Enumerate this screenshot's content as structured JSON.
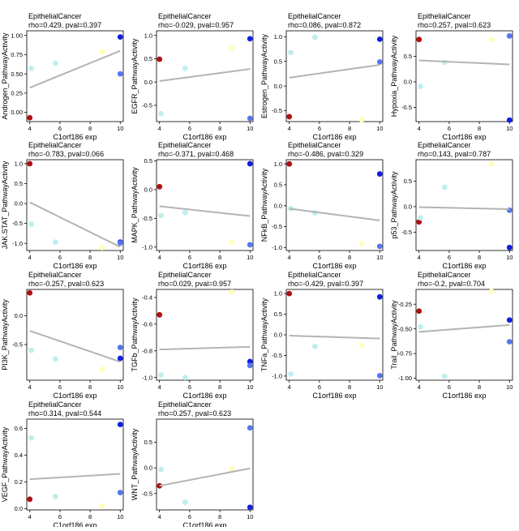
{
  "colors": {
    "line": "#b3b3b3",
    "point_low": "#b01010",
    "point_high": "#1020e0",
    "point_mid": "#bfeeee",
    "point_mid2": "#ffffb8",
    "point_high2": "#5577ee"
  },
  "chart_data": [
    {
      "type": "scatter",
      "title": "EpithelialCancer",
      "subtitle": "rho=0.429, pval=0.397",
      "xlabel": "C1orf186 exp",
      "ylabel": "Androgen_PathwayActivity",
      "xlim": [
        3.8,
        10.2
      ],
      "ylim": [
        -0.12,
        1.06
      ],
      "xticks": [
        4,
        6,
        8,
        10
      ],
      "yticks": [
        0.0,
        0.25,
        0.5,
        0.75,
        1.0
      ],
      "ytick_labels": [
        "0.00",
        "0.25",
        "0.50",
        "0.75",
        "1.00"
      ],
      "points": [
        {
          "x": 4.0,
          "y": -0.07,
          "c": "point_low"
        },
        {
          "x": 4.1,
          "y": 0.57,
          "c": "point_mid"
        },
        {
          "x": 5.7,
          "y": 0.64,
          "c": "point_mid"
        },
        {
          "x": 8.8,
          "y": 0.79,
          "c": "point_mid2"
        },
        {
          "x": 10.0,
          "y": 0.98,
          "c": "point_high"
        },
        {
          "x": 10.0,
          "y": 0.5,
          "c": "point_high2"
        }
      ],
      "fit": [
        [
          4.0,
          0.32
        ],
        [
          10.0,
          0.8
        ]
      ]
    },
    {
      "type": "scatter",
      "title": "EpithelialCancer",
      "subtitle": "rho=-0.029, pval=0.957",
      "xlabel": "C1orf186 exp",
      "ylabel": "EGFR_PathwayActivity",
      "xlim": [
        3.8,
        10.2
      ],
      "ylim": [
        -0.85,
        1.1
      ],
      "xticks": [
        4,
        6,
        8,
        10
      ],
      "yticks": [
        -0.5,
        0.0,
        0.5,
        1.0
      ],
      "ytick_labels": [
        "-0.5",
        "0.0",
        "0.5",
        "1.0"
      ],
      "points": [
        {
          "x": 4.0,
          "y": 0.49,
          "c": "point_low"
        },
        {
          "x": 4.1,
          "y": -0.68,
          "c": "point_mid"
        },
        {
          "x": 5.7,
          "y": 0.29,
          "c": "point_mid"
        },
        {
          "x": 8.8,
          "y": 0.73,
          "c": "point_mid2"
        },
        {
          "x": 10.0,
          "y": 0.93,
          "c": "point_high"
        },
        {
          "x": 10.0,
          "y": -0.78,
          "c": "point_high2"
        }
      ],
      "fit": [
        [
          4.0,
          0.02
        ],
        [
          10.0,
          0.28
        ]
      ]
    },
    {
      "type": "scatter",
      "title": "EpithelialCancer",
      "subtitle": "rho=0.086, pval=0.872",
      "xlabel": "C1orf186 exp",
      "ylabel": "Estrogen_PathwayActivity",
      "xlim": [
        3.8,
        10.2
      ],
      "ylim": [
        -0.72,
        1.12
      ],
      "xticks": [
        4,
        6,
        8,
        10
      ],
      "yticks": [
        -0.5,
        0.0,
        0.5,
        1.0
      ],
      "ytick_labels": [
        "-0.5",
        "0.0",
        "0.5",
        "1.0"
      ],
      "points": [
        {
          "x": 4.0,
          "y": -0.62,
          "c": "point_low"
        },
        {
          "x": 4.1,
          "y": 0.68,
          "c": "point_mid"
        },
        {
          "x": 5.7,
          "y": 0.99,
          "c": "point_mid"
        },
        {
          "x": 8.8,
          "y": -0.68,
          "c": "point_mid2"
        },
        {
          "x": 10.0,
          "y": 0.95,
          "c": "point_high"
        },
        {
          "x": 10.0,
          "y": 0.49,
          "c": "point_high2"
        }
      ],
      "fit": [
        [
          4.0,
          0.17
        ],
        [
          10.0,
          0.43
        ]
      ]
    },
    {
      "type": "scatter",
      "title": "EpithelialCancer",
      "subtitle": "rho=0.257, pval=0.623",
      "xlabel": "C1orf186 exp",
      "ylabel": "Hypoxia_PathwayActivity",
      "xlim": [
        3.8,
        10.2
      ],
      "ylim": [
        -0.78,
        1.0
      ],
      "xticks": [
        4,
        6,
        8,
        10
      ],
      "yticks": [
        -0.5,
        0.0,
        0.5
      ],
      "ytick_labels": [
        "-0.5",
        "0.0",
        "0.5"
      ],
      "points": [
        {
          "x": 4.0,
          "y": 0.83,
          "c": "point_low"
        },
        {
          "x": 4.1,
          "y": -0.09,
          "c": "point_mid"
        },
        {
          "x": 5.7,
          "y": 0.38,
          "c": "point_mid"
        },
        {
          "x": 8.8,
          "y": 0.83,
          "c": "point_mid2"
        },
        {
          "x": 10.0,
          "y": -0.75,
          "c": "point_high"
        },
        {
          "x": 10.0,
          "y": 0.9,
          "c": "point_high2"
        }
      ],
      "fit": [
        [
          4.0,
          0.42
        ],
        [
          10.0,
          0.34
        ]
      ]
    },
    {
      "type": "scatter",
      "title": "EpithelialCancer",
      "subtitle": "rho=-0.783, pval=0.066",
      "xlabel": "C1orf186 exp",
      "ylabel": "JAK.STAT_PathwayActivity",
      "xlim": [
        3.8,
        10.2
      ],
      "ylim": [
        -1.18,
        1.1
      ],
      "xticks": [
        4,
        6,
        8,
        10
      ],
      "yticks": [
        -1.0,
        -0.5,
        0.0,
        0.5,
        1.0
      ],
      "ytick_labels": [
        "-1.0",
        "-0.5",
        "0.0",
        "0.5",
        "1.0"
      ],
      "points": [
        {
          "x": 4.0,
          "y": 1.0,
          "c": "point_low"
        },
        {
          "x": 4.1,
          "y": -0.52,
          "c": "point_mid"
        },
        {
          "x": 5.7,
          "y": -0.97,
          "c": "point_mid"
        },
        {
          "x": 8.8,
          "y": -1.11,
          "c": "point_mid2"
        },
        {
          "x": 10.0,
          "y": -0.97,
          "c": "point_high"
        },
        {
          "x": 10.0,
          "y": -0.99,
          "c": "point_high2"
        }
      ],
      "fit": [
        [
          4.0,
          0.03
        ],
        [
          10.0,
          -1.09
        ]
      ]
    },
    {
      "type": "scatter",
      "title": "EpithelialCancer",
      "subtitle": "rho=-0.371, pval=0.468",
      "xlabel": "C1orf186 exp",
      "ylabel": "MAPK_PathwayActivity",
      "xlim": [
        3.8,
        10.2
      ],
      "ylim": [
        -1.06,
        0.52
      ],
      "xticks": [
        4,
        6,
        8,
        10
      ],
      "yticks": [
        -1.0,
        -0.5,
        0.0,
        0.5
      ],
      "ytick_labels": [
        "-1.0",
        "-0.5",
        "0.0",
        "0.5"
      ],
      "points": [
        {
          "x": 4.0,
          "y": 0.05,
          "c": "point_low"
        },
        {
          "x": 4.1,
          "y": -0.45,
          "c": "point_mid"
        },
        {
          "x": 5.7,
          "y": -0.4,
          "c": "point_mid"
        },
        {
          "x": 8.8,
          "y": -0.92,
          "c": "point_mid2"
        },
        {
          "x": 10.0,
          "y": 0.45,
          "c": "point_high"
        },
        {
          "x": 10.0,
          "y": -0.96,
          "c": "point_high2"
        }
      ],
      "fit": [
        [
          4.0,
          -0.29
        ],
        [
          10.0,
          -0.46
        ]
      ]
    },
    {
      "type": "scatter",
      "title": "EpithelialCancer",
      "subtitle": "rho=-0.486, pval=0.329",
      "xlabel": "C1orf186 exp",
      "ylabel": "NFkB_PathwayActivity",
      "xlim": [
        3.8,
        10.2
      ],
      "ylim": [
        -1.07,
        1.1
      ],
      "xticks": [
        4,
        6,
        8,
        10
      ],
      "yticks": [
        -1.0,
        -0.5,
        0.0,
        0.5,
        1.0
      ],
      "ytick_labels": [
        "-1.0",
        "-0.5",
        "0.0",
        "0.5",
        "1.0"
      ],
      "points": [
        {
          "x": 4.0,
          "y": 1.0,
          "c": "point_low"
        },
        {
          "x": 4.1,
          "y": -0.07,
          "c": "point_mid"
        },
        {
          "x": 5.7,
          "y": -0.17,
          "c": "point_mid"
        },
        {
          "x": 8.8,
          "y": -0.9,
          "c": "point_mid2"
        },
        {
          "x": 10.0,
          "y": 0.76,
          "c": "point_high"
        },
        {
          "x": 10.0,
          "y": -0.97,
          "c": "point_high2"
        }
      ],
      "fit": [
        [
          4.0,
          -0.07
        ],
        [
          10.0,
          -0.35
        ]
      ]
    },
    {
      "type": "scatter",
      "title": "EpithelialCancer",
      "subtitle": "rho=0.143, pval=0.787",
      "xlabel": "C1orf186 exp",
      "ylabel": "p53_PathwayActivity",
      "xlim": [
        3.8,
        10.2
      ],
      "ylim": [
        -0.86,
        0.92
      ],
      "xticks": [
        4,
        6,
        8,
        10
      ],
      "yticks": [
        -0.5,
        0.0,
        0.5
      ],
      "ytick_labels": [
        "-0.5",
        "0.0",
        "0.5"
      ],
      "points": [
        {
          "x": 4.0,
          "y": -0.3,
          "c": "point_low"
        },
        {
          "x": 4.1,
          "y": -0.22,
          "c": "point_mid"
        },
        {
          "x": 5.7,
          "y": 0.38,
          "c": "point_mid"
        },
        {
          "x": 8.8,
          "y": 0.84,
          "c": "point_mid2"
        },
        {
          "x": 10.0,
          "y": -0.8,
          "c": "point_high"
        },
        {
          "x": 10.0,
          "y": -0.07,
          "c": "point_high2"
        }
      ],
      "fit": [
        [
          4.0,
          -0.01
        ],
        [
          10.0,
          -0.05
        ]
      ]
    },
    {
      "type": "scatter",
      "title": "EpithelialCancer",
      "subtitle": "rho=-0.257, pval=0.623",
      "xlabel": "C1orf186 exp",
      "ylabel": "PI3K_PathwayActivity",
      "xlim": [
        3.8,
        10.2
      ],
      "ylim": [
        -1.12,
        0.46
      ],
      "xticks": [
        4,
        6,
        8,
        10
      ],
      "yticks": [
        -0.5,
        0.0
      ],
      "ytick_labels": [
        "-0.5",
        "0.0"
      ],
      "points": [
        {
          "x": 4.0,
          "y": 0.4,
          "c": "point_low"
        },
        {
          "x": 4.1,
          "y": -0.6,
          "c": "point_mid"
        },
        {
          "x": 5.7,
          "y": -0.75,
          "c": "point_mid"
        },
        {
          "x": 8.8,
          "y": -0.93,
          "c": "point_mid2"
        },
        {
          "x": 10.0,
          "y": -0.74,
          "c": "point_high"
        },
        {
          "x": 10.0,
          "y": -0.55,
          "c": "point_high2"
        }
      ],
      "fit": [
        [
          4.0,
          -0.26
        ],
        [
          10.0,
          -0.8
        ]
      ]
    },
    {
      "type": "scatter",
      "title": "EpithelialCancer",
      "subtitle": "rho=0.029, pval=0.957",
      "xlabel": "C1orf186 exp",
      "ylabel": "TGFb_PathwayActivity",
      "xlim": [
        3.8,
        10.2
      ],
      "ylim": [
        -1.02,
        -0.34
      ],
      "xticks": [
        4,
        6,
        8,
        10
      ],
      "yticks": [
        -0.4,
        -0.6,
        -0.8,
        -1.0
      ],
      "ytick_labels": [
        "-0.4",
        "-0.6",
        "-0.8",
        "-1.0"
      ],
      "points": [
        {
          "x": 4.0,
          "y": -0.53,
          "c": "point_low"
        },
        {
          "x": 4.1,
          "y": -0.98,
          "c": "point_mid"
        },
        {
          "x": 5.7,
          "y": -1.0,
          "c": "point_mid"
        },
        {
          "x": 8.8,
          "y": -0.36,
          "c": "point_mid2"
        },
        {
          "x": 10.0,
          "y": -0.88,
          "c": "point_high"
        },
        {
          "x": 10.0,
          "y": -0.91,
          "c": "point_high2"
        }
      ],
      "fit": [
        [
          4.0,
          -0.79
        ],
        [
          10.0,
          -0.77
        ]
      ]
    },
    {
      "type": "scatter",
      "title": "EpithelialCancer",
      "subtitle": "rho=-0.429, pval=0.397",
      "xlabel": "C1orf186 exp",
      "ylabel": "TNFa_PathwayActivity",
      "xlim": [
        3.8,
        10.2
      ],
      "ylim": [
        -1.1,
        1.1
      ],
      "xticks": [
        4,
        6,
        8,
        10
      ],
      "yticks": [
        -1.0,
        -0.5,
        0.0,
        0.5,
        1.0
      ],
      "ytick_labels": [
        "-1.0",
        "-0.5",
        "0.0",
        "0.5",
        "1.0"
      ],
      "points": [
        {
          "x": 4.0,
          "y": 1.0,
          "c": "point_low"
        },
        {
          "x": 4.1,
          "y": -0.95,
          "c": "point_mid"
        },
        {
          "x": 5.7,
          "y": -0.28,
          "c": "point_mid"
        },
        {
          "x": 8.8,
          "y": -0.25,
          "c": "point_mid2"
        },
        {
          "x": 10.0,
          "y": 0.92,
          "c": "point_high"
        },
        {
          "x": 10.0,
          "y": -0.99,
          "c": "point_high2"
        }
      ],
      "fit": [
        [
          4.0,
          -0.02
        ],
        [
          10.0,
          -0.09
        ]
      ]
    },
    {
      "type": "scatter",
      "title": "EpithelialCancer",
      "subtitle": "rho=-0.2, pval=0.704",
      "xlabel": "C1orf186 exp",
      "ylabel": "Trail_PathwayActivity",
      "xlim": [
        3.8,
        10.2
      ],
      "ylim": [
        -1.02,
        -0.1
      ],
      "xticks": [
        4,
        6,
        8,
        10
      ],
      "yticks": [
        -0.25,
        -0.5,
        -0.75,
        -1.0
      ],
      "ytick_labels": [
        "-0.25",
        "-0.50",
        "-0.75",
        "-1.00"
      ],
      "points": [
        {
          "x": 4.0,
          "y": -0.32,
          "c": "point_low"
        },
        {
          "x": 4.1,
          "y": -0.48,
          "c": "point_mid"
        },
        {
          "x": 5.7,
          "y": -0.98,
          "c": "point_mid"
        },
        {
          "x": 8.8,
          "y": -0.12,
          "c": "point_mid2"
        },
        {
          "x": 10.0,
          "y": -0.41,
          "c": "point_high"
        },
        {
          "x": 10.0,
          "y": -0.63,
          "c": "point_high2"
        }
      ],
      "fit": [
        [
          4.0,
          -0.53
        ],
        [
          10.0,
          -0.46
        ]
      ]
    },
    {
      "type": "scatter",
      "title": "EpithelialCancer",
      "subtitle": "rho=0.314, pval=0.544",
      "xlabel": "C1orf186 exp",
      "ylabel": "VEGF_PathwayActivity",
      "xlim": [
        3.8,
        10.2
      ],
      "ylim": [
        -0.01,
        0.67
      ],
      "xticks": [
        4,
        6,
        8,
        10
      ],
      "yticks": [
        0.0,
        0.2,
        0.4,
        0.6
      ],
      "ytick_labels": [
        "0.0",
        "0.2",
        "0.4",
        "0.6"
      ],
      "points": [
        {
          "x": 4.0,
          "y": 0.07,
          "c": "point_low"
        },
        {
          "x": 4.1,
          "y": 0.53,
          "c": "point_mid"
        },
        {
          "x": 5.7,
          "y": 0.09,
          "c": "point_mid"
        },
        {
          "x": 8.8,
          "y": 0.02,
          "c": "point_mid2"
        },
        {
          "x": 10.0,
          "y": 0.63,
          "c": "point_high"
        },
        {
          "x": 10.0,
          "y": 0.12,
          "c": "point_high2"
        }
      ],
      "fit": [
        [
          4.0,
          0.22
        ],
        [
          10.0,
          0.26
        ]
      ]
    },
    {
      "type": "scatter",
      "title": "EpithelialCancer",
      "subtitle": "rho=0.257, pval=0.623",
      "xlabel": "C1orf186 exp",
      "ylabel": "WNT_PathwayActivity",
      "xlim": [
        3.8,
        10.2
      ],
      "ylim": [
        -0.82,
        0.95
      ],
      "xticks": [
        4,
        6,
        8,
        10
      ],
      "yticks": [
        -0.5,
        0.0,
        0.5
      ],
      "ytick_labels": [
        "-0.5",
        "0.0",
        "0.5"
      ],
      "points": [
        {
          "x": 4.0,
          "y": -0.35,
          "c": "point_low"
        },
        {
          "x": 4.1,
          "y": -0.03,
          "c": "point_mid"
        },
        {
          "x": 5.7,
          "y": -0.67,
          "c": "point_mid"
        },
        {
          "x": 8.8,
          "y": -0.02,
          "c": "point_mid2"
        },
        {
          "x": 10.0,
          "y": -0.77,
          "c": "point_high"
        },
        {
          "x": 10.0,
          "y": 0.78,
          "c": "point_high2"
        }
      ],
      "fit": [
        [
          4.0,
          -0.35
        ],
        [
          10.0,
          -0.01
        ]
      ]
    }
  ]
}
